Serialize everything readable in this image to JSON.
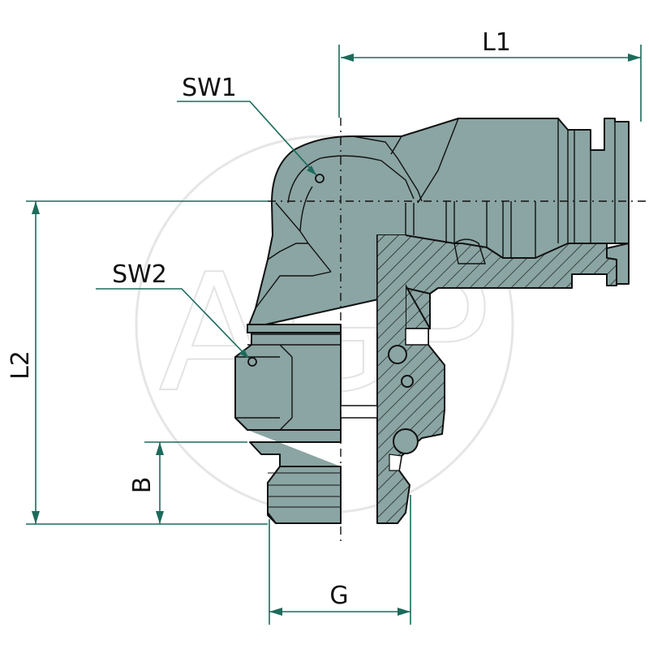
{
  "labels": {
    "l1": "L1",
    "l2": "L2",
    "sw1": "SW1",
    "sw2": "SW2",
    "b": "B",
    "g": "G"
  },
  "watermark": {
    "text": "AGP"
  },
  "colors": {
    "part_fill": "#8aa5a3",
    "dimension_line": "#1c6b5b",
    "outline": "#111111"
  }
}
